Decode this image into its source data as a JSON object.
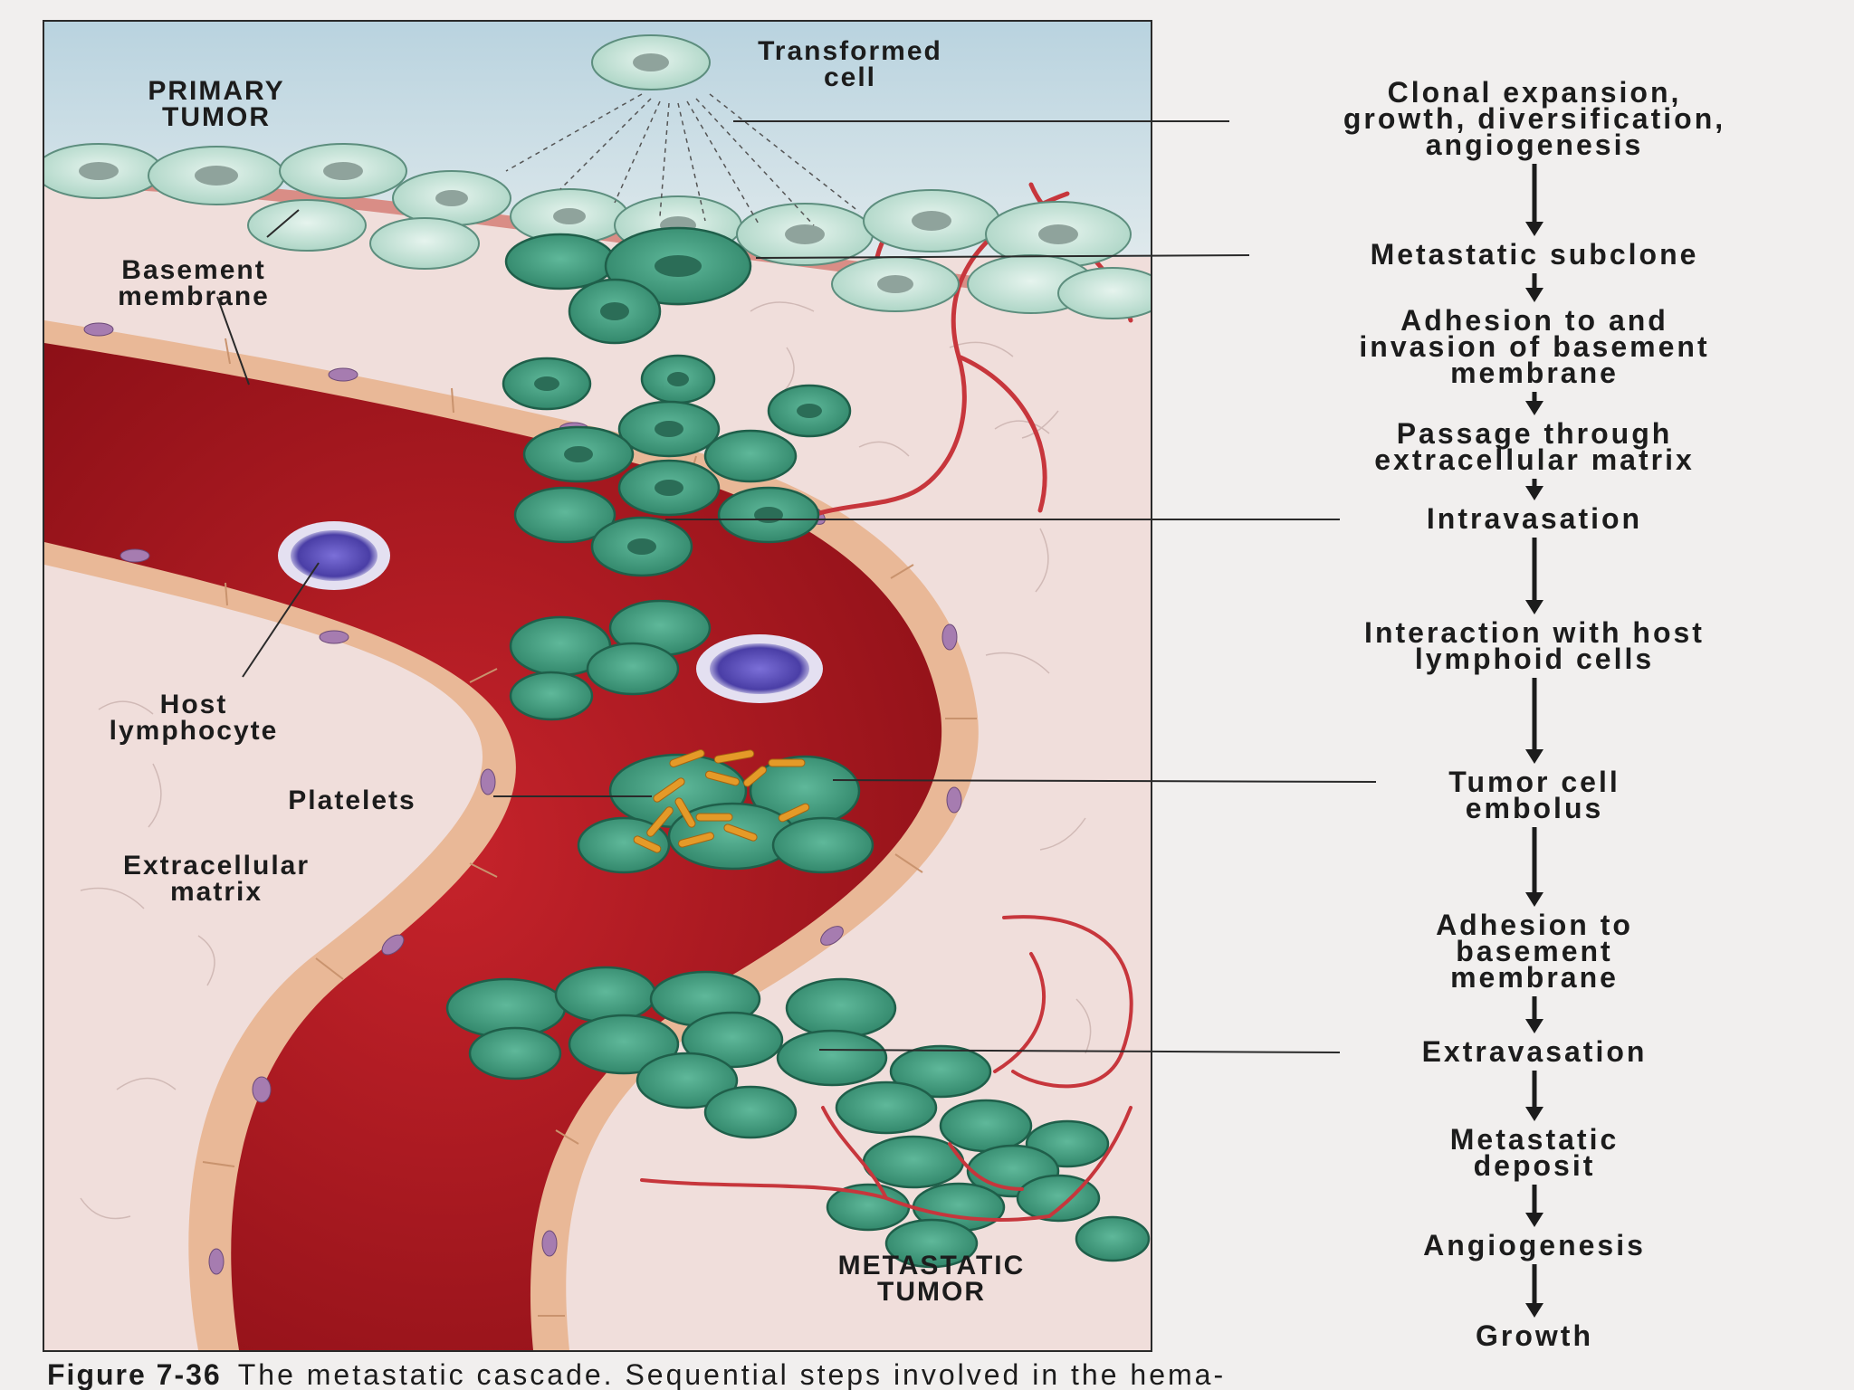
{
  "labels": {
    "transformed_cell": "Transformed\ncell",
    "primary_tumor": "PRIMARY\nTUMOR",
    "basement_membrane": "Basement\nmembrane",
    "host_lymphocyte": "Host\nlymphocyte",
    "platelets": "Platelets",
    "extracellular_matrix": "Extracellular\nmatrix",
    "metastatic_tumor": "METASTATIC\nTUMOR"
  },
  "steps": [
    "Clonal expansion,\ngrowth, diversification,\nangiogenesis",
    "Metastatic subclone",
    "Adhesion to and\ninvasion of basement\nmembrane",
    "Passage through\nextracellular matrix",
    "Intravasation",
    "Interaction with host\nlymphoid cells",
    "Tumor cell\nembolus",
    "Adhesion to\nbasement\nmembrane",
    "Extravasation",
    "Metastatic\ndeposit",
    "Angiogenesis",
    "Growth"
  ],
  "caption": {
    "figure_number": "Figure 7-36",
    "text": "The metastatic cascade. Sequential steps involved in the hema-"
  },
  "colors": {
    "sky": "#c9dde6",
    "tissue": "#f0dedb",
    "vessel_blood": "#a8141c",
    "vessel_wall": "#e8b896",
    "tumor_cell": "#3f9e80",
    "tumor_cell_light": "#cfe9df",
    "lymphocyte": "#5a4fb8",
    "platelet": "#e49a28",
    "capillary": "#c7363c"
  },
  "icons": [
    "down-arrow-icon"
  ]
}
